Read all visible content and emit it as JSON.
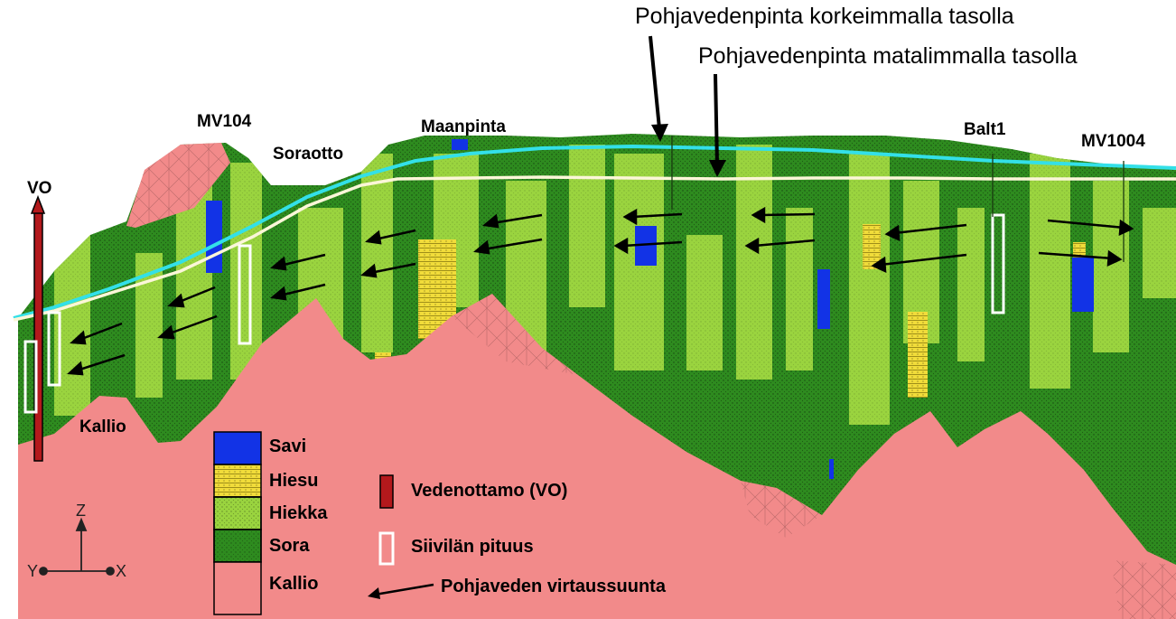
{
  "titles": {
    "highest": "Pohjavedenpinta korkeimmalla tasolla",
    "lowest": "Pohjavedenpinta matalimmalla tasolla"
  },
  "sites": {
    "vo": "VO",
    "mv104": "MV104",
    "soraotto": "Soraotto",
    "maanpinta": "Maanpinta",
    "balt1": "Balt1",
    "mv1004": "MV1004",
    "kallio": "Kallio"
  },
  "legend": {
    "savi": "Savi",
    "hiesu": "Hiesu",
    "hiekka": "Hiekka",
    "sora": "Sora",
    "kallio": "Kallio",
    "vedenottamo": "Vedenottamo (VO)",
    "siivila": "Siivilän pituus",
    "virtaus": "Pohjaveden virtaussuunta"
  },
  "axes": {
    "z": "Z",
    "y": "Y",
    "x": "X"
  },
  "colors": {
    "bedrock": "#f28a8a",
    "gravel": "#2e8b1f",
    "sand": "#9ad43f",
    "silt": "#f1dc3a",
    "clay": "#1233e6",
    "water_high": "#33e0e8",
    "water_low": "#fbf6d8",
    "well": "#b3191c"
  }
}
